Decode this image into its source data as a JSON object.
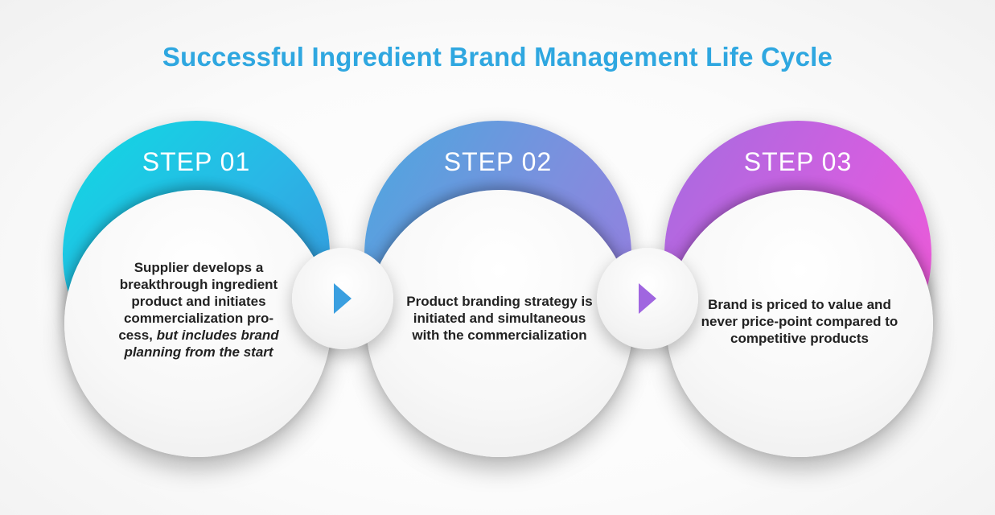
{
  "title": "Successful Ingredient Brand Management Life Cycle",
  "colors": {
    "title": "#2fa7e0",
    "step1_gradient": [
      "#12d6e2",
      "#2eb3e6",
      "#3c8fdc"
    ],
    "step2_gradient": [
      "#4fa3df",
      "#7f8fde",
      "#9a7ddf"
    ],
    "step3_gradient": [
      "#a56ee0",
      "#d65fdf",
      "#f25ad6"
    ],
    "arrow1": "#3a9fe0",
    "arrow2": "#a066e0"
  },
  "steps": [
    {
      "label": "STEP 01",
      "text_plain": "Supplier develops a breakthrough ingredient product and initiates commercialization pro-cess,",
      "text_emphasis": "but includes brand planning from the start"
    },
    {
      "label": "STEP 02",
      "text_plain": "Product branding strategy is initiated and simultaneous with the commercialization",
      "text_emphasis": ""
    },
    {
      "label": "STEP 03",
      "text_plain": "Brand is priced to value and never price-point compared to competitive products",
      "text_emphasis": ""
    }
  ],
  "connectors": [
    {
      "icon": "play-arrow-icon"
    },
    {
      "icon": "play-arrow-icon"
    }
  ]
}
